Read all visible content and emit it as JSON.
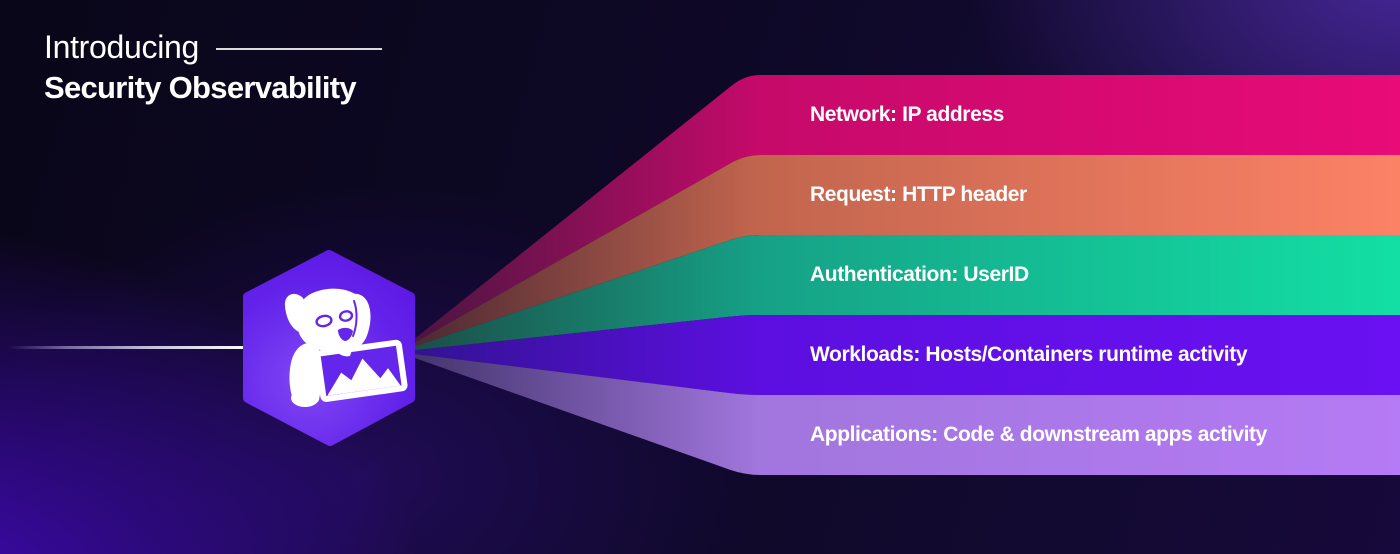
{
  "header": {
    "kicker": "Introducing",
    "title": "Security Observability"
  },
  "logo": {
    "icon": "datadog-bits-dog-in-hexagon-icon",
    "hex_center": "#8048f5",
    "hex_mid": "#6322ea",
    "hex_edge": "#5a12e0"
  },
  "beams": [
    {
      "id": "network",
      "label": "Network: IP address",
      "apex_color": "#45163f",
      "left_color": "#c50a6a",
      "right_color": "#e80b78"
    },
    {
      "id": "request",
      "label": "Request: HTTP header",
      "apex_color": "#472632",
      "left_color": "#c2654e",
      "right_color": "#fc8266"
    },
    {
      "id": "authentication",
      "label": "Authentication: UserID",
      "apex_color": "#1b4a45",
      "left_color": "#16a186",
      "right_color": "#13dfa4"
    },
    {
      "id": "workloads",
      "label": "Workloads: Hosts/Containers runtime activity",
      "apex_color": "#31128f",
      "left_color": "#5c0fe0",
      "right_color": "#6a10f2"
    },
    {
      "id": "applications",
      "label": "Applications: Code & downstream apps activity",
      "apex_color": "#3f3268",
      "left_color": "#a176dd",
      "right_color": "#b57af5"
    }
  ],
  "background": {
    "base_dark": "#0b0722",
    "top_right_glow": "#3a2176",
    "bottom_left_glow": "#4409c2",
    "text_color": "#ffffff"
  }
}
